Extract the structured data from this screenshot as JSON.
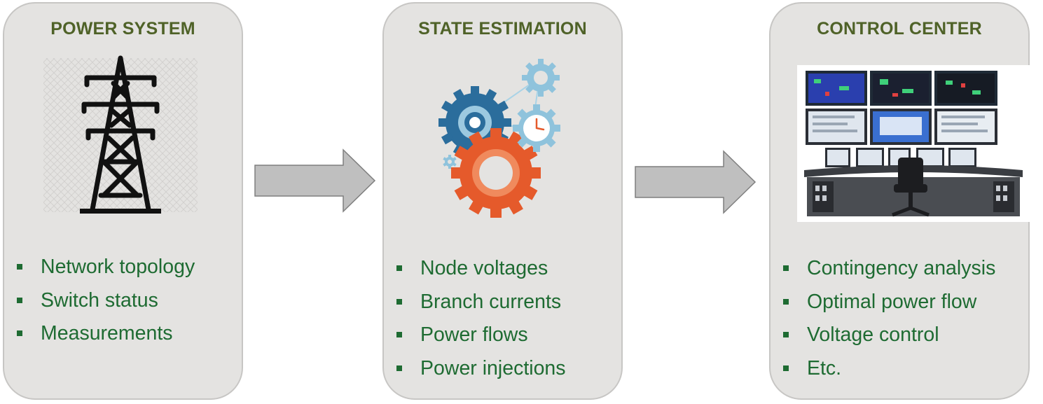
{
  "panels": [
    {
      "title": "POWER SYSTEM",
      "icon": "transmission-tower-icon",
      "bullets": [
        "Network topology",
        "Switch status",
        "Measurements"
      ]
    },
    {
      "title": "STATE ESTIMATION",
      "icon": "gears-icon",
      "bullets": [
        "Node voltages",
        "Branch currents",
        "Power flows",
        "Power injections"
      ]
    },
    {
      "title": "CONTROL CENTER",
      "icon": "control-room-icon",
      "bullets": [
        "Contingency analysis",
        "Optimal power flow",
        "Voltage control",
        "Etc."
      ]
    }
  ],
  "colors": {
    "title": "#4f6228",
    "bullet_text": "#1e6b32",
    "panel_bg": "#e4e3e1",
    "arrow_fill": "#bfbfbf",
    "gear_blue": "#2b6d9c",
    "gear_orange": "#e55a2b",
    "gear_light": "#8fc3dc"
  }
}
